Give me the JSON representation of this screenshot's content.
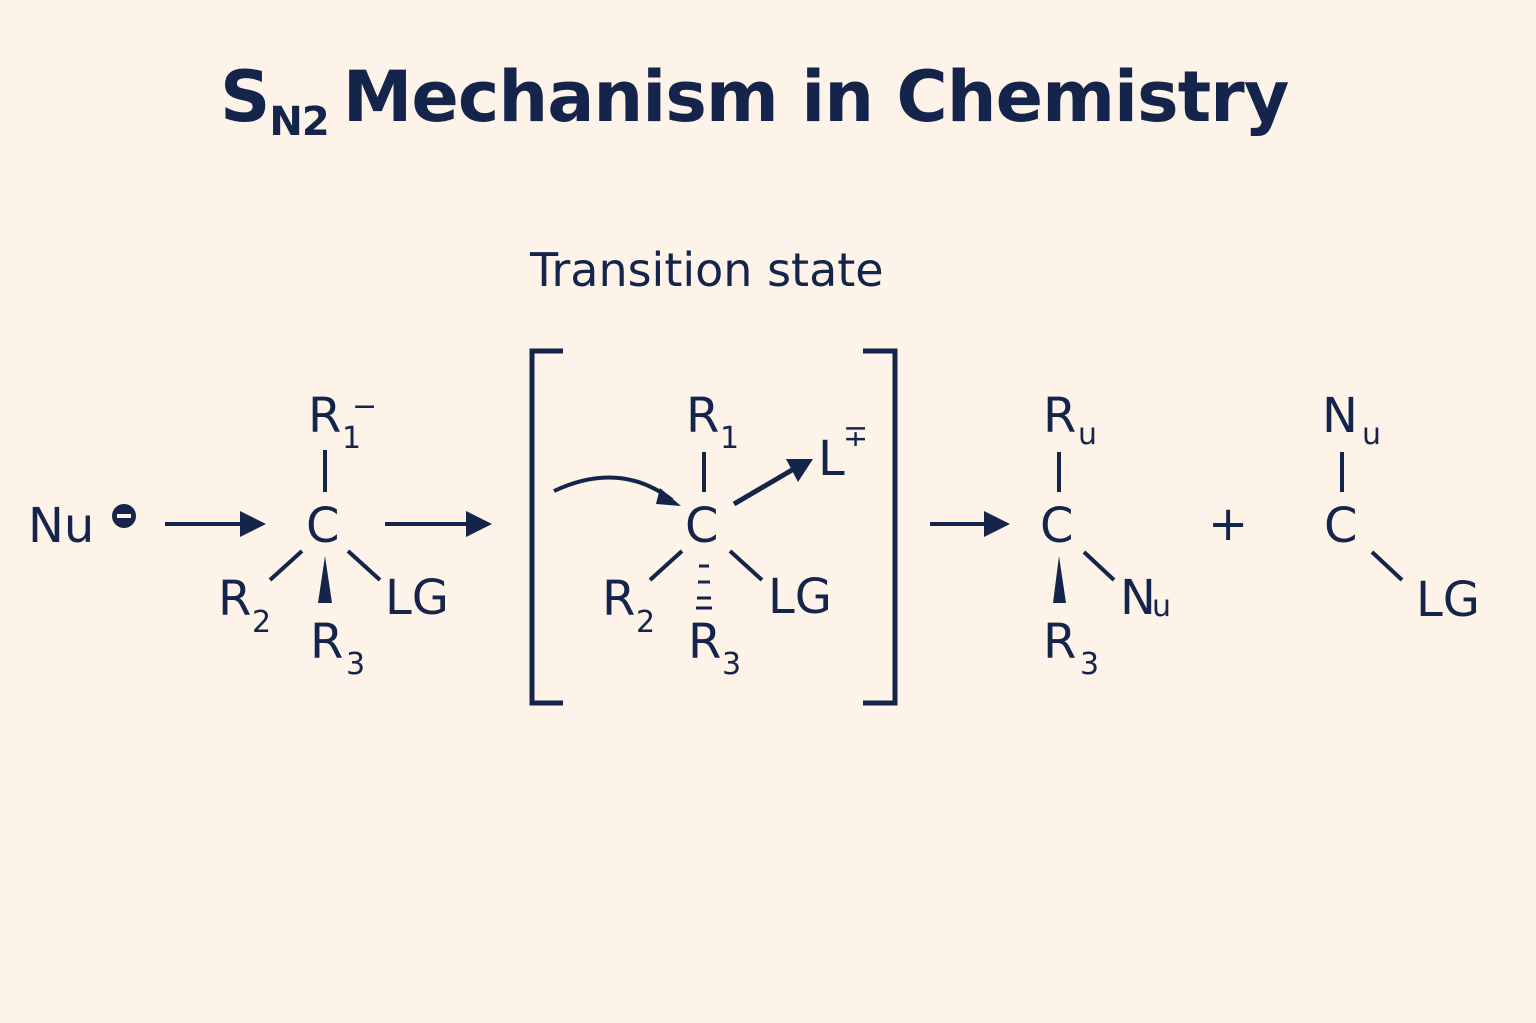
{
  "title": {
    "main": "S",
    "sub": "N2",
    "rest": "Mechanism in Chemistry"
  },
  "transition_label": "Transition state",
  "reactant": {
    "nucleophile": "Nu",
    "r1": "R",
    "r1_sub": "1",
    "r1_charge": "−",
    "center": "C",
    "r2": "R",
    "r2_sub": "2",
    "r3": "R",
    "r3_sub": "3",
    "leaving": "LG"
  },
  "transition": {
    "r1": "R",
    "r1_sub": "1",
    "center": "C",
    "leaving_top": "L",
    "leaving_top_charge": "∓",
    "r2": "R",
    "r2_sub": "2",
    "r3": "R",
    "r3_sub": "3",
    "leaving": "LG"
  },
  "product1": {
    "top": "R",
    "top_sub": "u",
    "center": "C",
    "right": "N",
    "right_sub": "u",
    "bottom": "R",
    "bottom_sub": "3"
  },
  "plus": "+",
  "product2": {
    "top": "N",
    "top_sub": "u",
    "center": "C",
    "leaving": "LG"
  }
}
